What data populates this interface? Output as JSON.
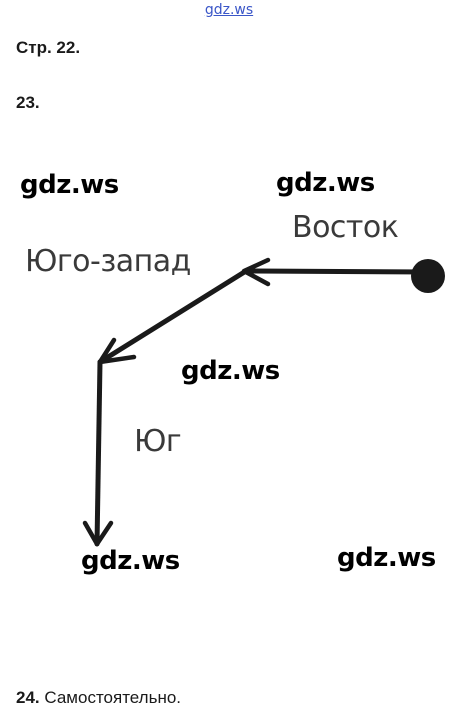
{
  "header": {
    "site_link": "gdz.ws"
  },
  "page_ref": "Стр. 22.",
  "task_23": {
    "number": "23.",
    "diagram": {
      "labels": {
        "east": "Восток",
        "south_west": "Юго-запад",
        "south": "Юг"
      },
      "watermarks": [
        "gdz.ws",
        "gdz.ws",
        "gdz.ws",
        "gdz.ws",
        "gdz.ws"
      ]
    }
  },
  "task_24": {
    "number": "24.",
    "answer": "Самостоятельно."
  }
}
